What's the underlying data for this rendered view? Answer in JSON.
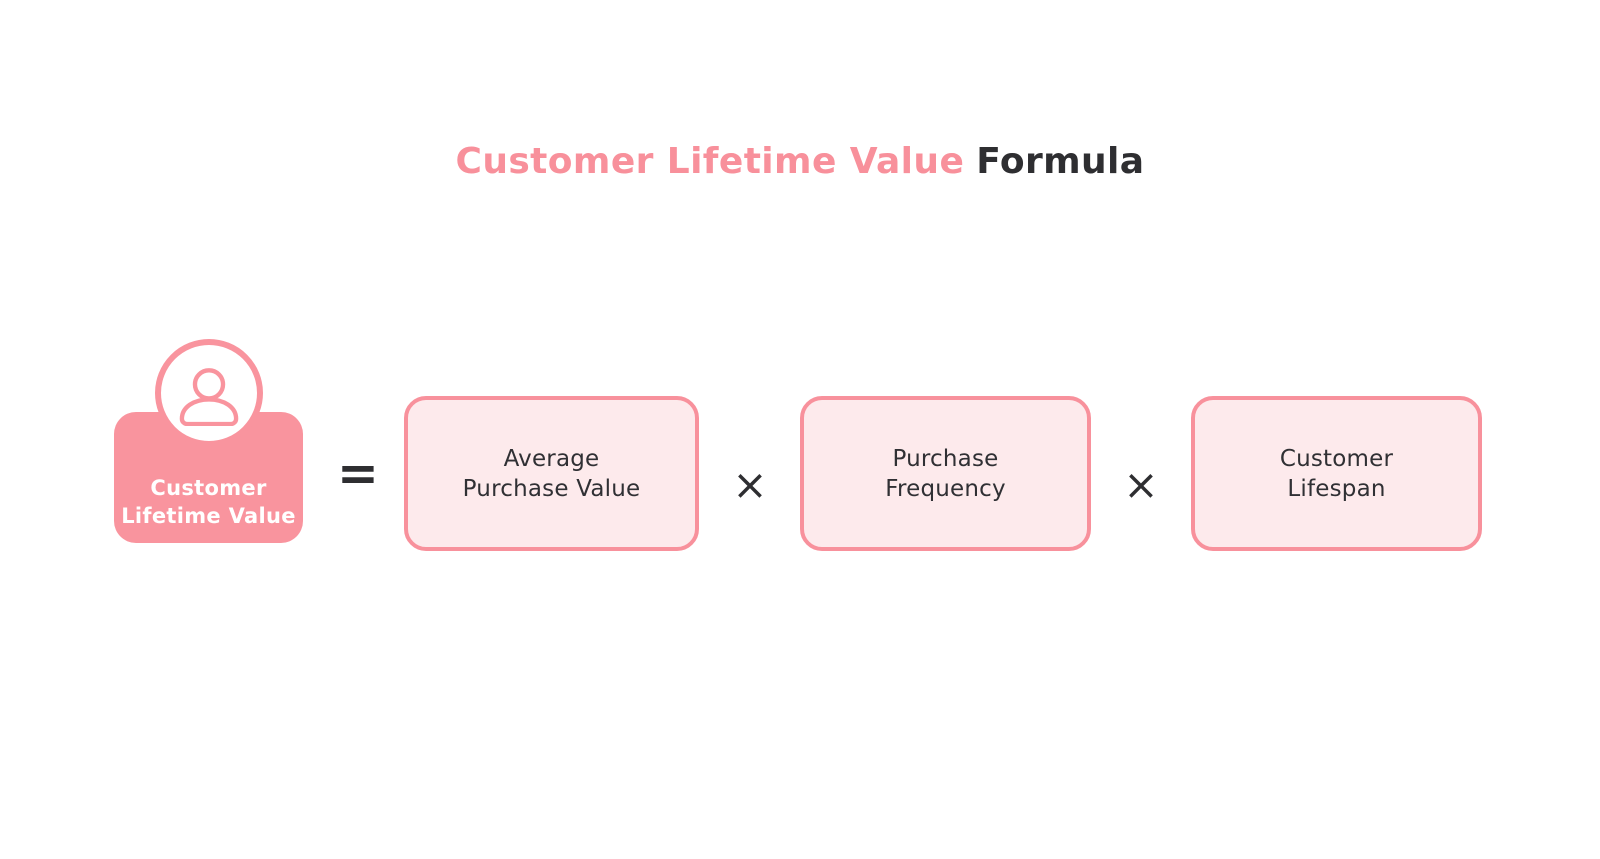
{
  "title": {
    "highlight": "Customer Lifetime Value",
    "suffix": "Formula"
  },
  "formula": {
    "result": {
      "line1": "Customer",
      "line2": "Lifetime Value",
      "icon": "person-icon"
    },
    "equals_sign": "=",
    "multiply_sign": "×",
    "factors": [
      {
        "line1": "Average",
        "line2": "Purchase Value"
      },
      {
        "line1": "Purchase",
        "line2": "Frequency"
      },
      {
        "line1": "Customer",
        "line2": "Lifespan"
      }
    ]
  },
  "colors": {
    "pink_solid": "#F9949E",
    "pink_border": "#F8919C",
    "pink_light": "#FDEAEC",
    "title_pink": "#F8909B",
    "text_dark": "#2E2E31",
    "label_white": "#FFFFFF",
    "background": "#FFFFFF"
  }
}
